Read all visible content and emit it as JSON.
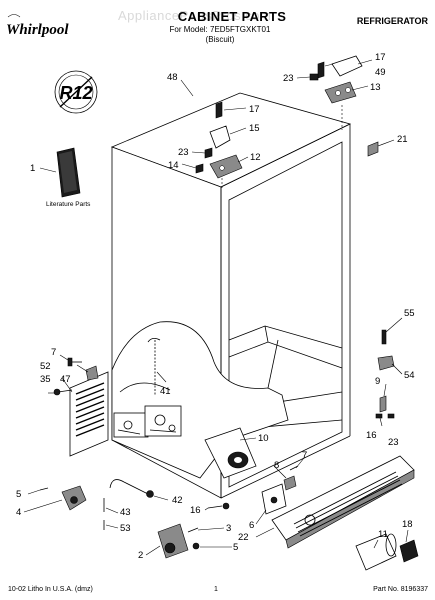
{
  "header": {
    "brand": "Whirlpool",
    "watermark": "AppliancePartsPros.com",
    "title": "CABINET PARTS",
    "model_line": "For Model: 7ED5FTGXKT01",
    "color_line": "(Biscuit)",
    "category": "REFRIGERATOR"
  },
  "badge": {
    "text": "R12"
  },
  "literature": {
    "label": "Literature Parts"
  },
  "callouts": {
    "c48": "48",
    "c17a": "17",
    "c49": "49",
    "c23a": "23",
    "c13": "13",
    "c17b": "17",
    "c15": "15",
    "c23b": "23",
    "c14": "14",
    "c12": "12",
    "c21": "21",
    "c1": "1",
    "c55": "55",
    "c7a": "7",
    "c52": "52",
    "c35": "35",
    "c47": "47",
    "c41": "41",
    "c54": "54",
    "c9": "9",
    "c16a": "16",
    "c23c": "23",
    "c10": "10",
    "c7b": "7",
    "c8": "8",
    "c5a": "5",
    "c42": "42",
    "c4": "4",
    "c43": "43",
    "c53": "53",
    "c16b": "16",
    "c3": "3",
    "c2": "2",
    "c5b": "5",
    "c6": "6",
    "c22": "22",
    "c11": "11",
    "c18": "18"
  },
  "footer": {
    "litho": "10-02 Litho In U.S.A. (dmz)",
    "page": "1",
    "part_no": "Part No. 8196337"
  }
}
